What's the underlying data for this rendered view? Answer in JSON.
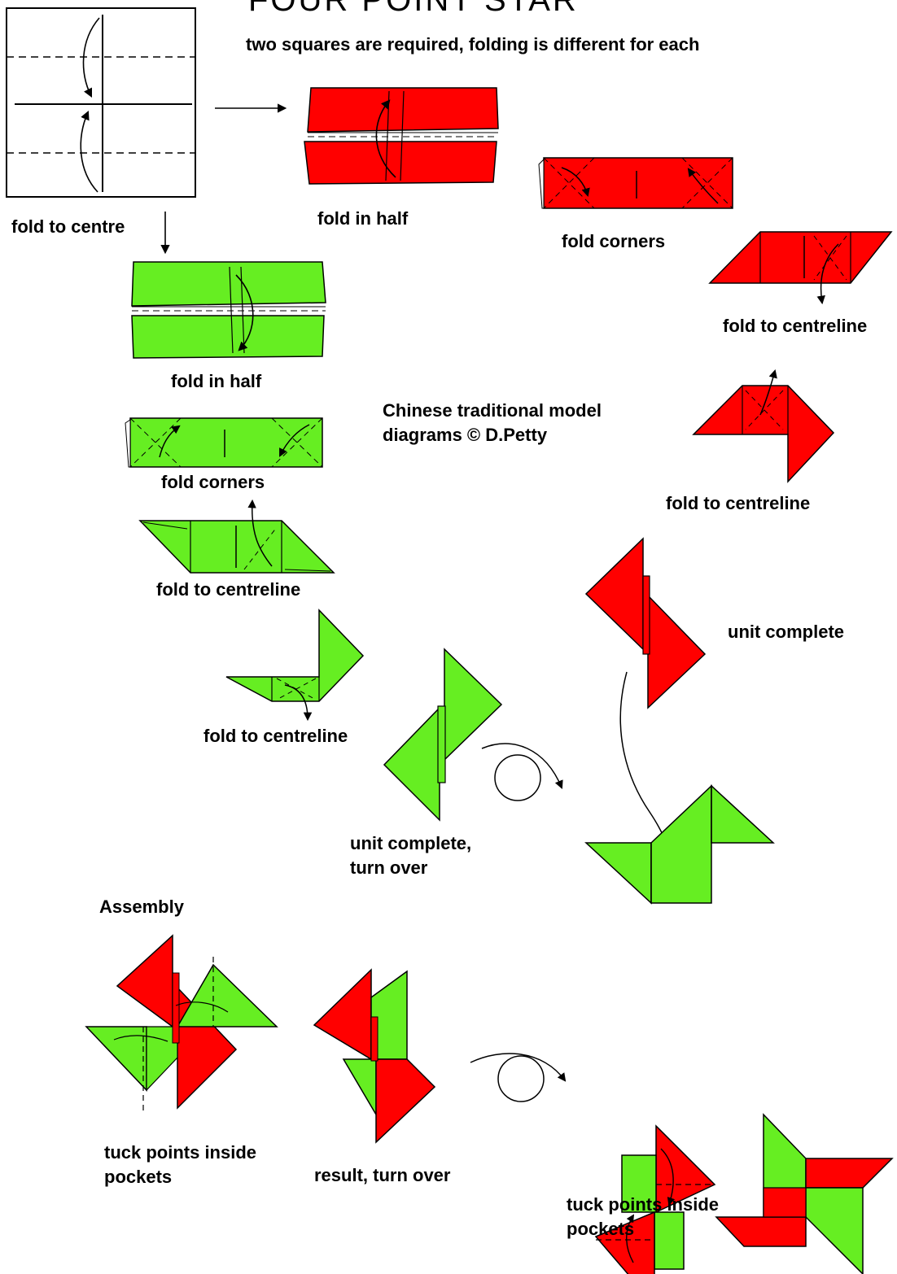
{
  "title": "FOUR POINT STAR",
  "subtitle": "two squares are required, folding is different for each",
  "colors": {
    "red": "#ff0000",
    "green": "#66ee22",
    "line": "#000000"
  },
  "labels": {
    "fold_to_centre": "fold to centre",
    "red_fold_in_half": "fold in half",
    "red_fold_corners": "fold corners",
    "red_fold_to_centreline_1": "fold to centreline",
    "red_fold_to_centreline_2": "fold to centreline",
    "red_unit_complete": "unit complete",
    "green_fold_in_half": "fold in half",
    "green_fold_corners": "fold corners",
    "green_fold_to_centreline_1": "fold to centreline",
    "green_fold_to_centreline_2": "fold to centreline",
    "credit_line1": "Chinese traditional model",
    "credit_line2": "diagrams © D.Petty",
    "green_unit_complete_line1": "unit complete,",
    "green_unit_complete_line2": "turn over",
    "assembly": "Assembly",
    "tuck_1_line1": "tuck points inside",
    "tuck_1_line2": "pockets",
    "result_turn_over": "result, turn over",
    "tuck_2_line1": "tuck points inside",
    "tuck_2_line2": "pockets"
  }
}
